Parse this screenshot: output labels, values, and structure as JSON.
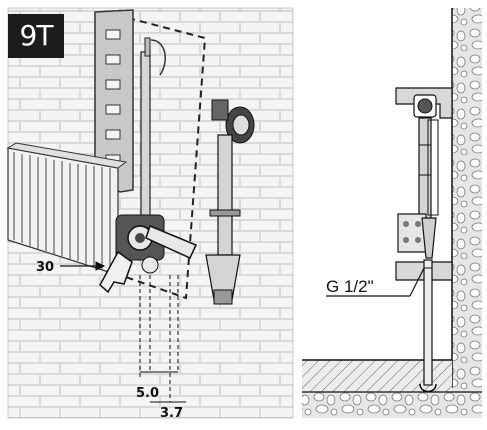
{
  "step_badge": "9T",
  "labels": {
    "offset": "30",
    "dim_a": "5.0",
    "dim_b": "3.7",
    "thread": "G 1/2\""
  }
}
